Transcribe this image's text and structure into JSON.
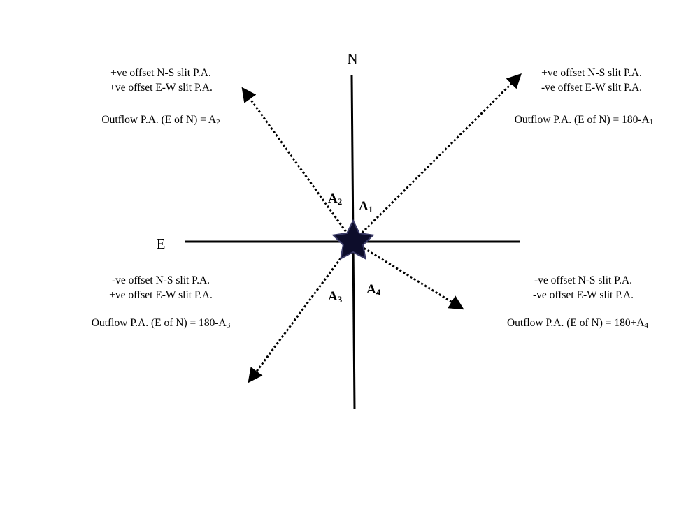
{
  "compass": {
    "north": "N",
    "east": "E"
  },
  "colors": {
    "axis": "#000000",
    "arrow": "#000000",
    "star_fill": "#0d0d2b",
    "star_stroke": "#3a3a66"
  },
  "angles": [
    {
      "base": "A",
      "sub": "1"
    },
    {
      "base": "A",
      "sub": "2"
    },
    {
      "base": "A",
      "sub": "3"
    },
    {
      "base": "A",
      "sub": "4"
    }
  ],
  "quadrants": {
    "top_left": {
      "ns": "+ve offset N-S slit P.A.",
      "ew": "+ve offset E-W slit P.A.",
      "outflow": "Outflow P.A. (E of N) = A",
      "outflow_sub": "2"
    },
    "top_right": {
      "ns": "+ve offset N-S slit P.A.",
      "ew": "-ve offset E-W slit P.A.",
      "outflow": "Outflow P.A. (E of N) = 180-A",
      "outflow_sub": "1"
    },
    "bottom_left": {
      "ns": "-ve offset N-S slit P.A.",
      "ew": "+ve offset E-W slit P.A.",
      "outflow": "Outflow P.A. (E of N) = 180-A",
      "outflow_sub": "3"
    },
    "bottom_right": {
      "ns": "-ve offset N-S slit P.A.",
      "ew": "-ve offset E-W slit P.A.",
      "outflow": "Outflow P.A. (E of N) = 180+A",
      "outflow_sub": "4"
    }
  }
}
